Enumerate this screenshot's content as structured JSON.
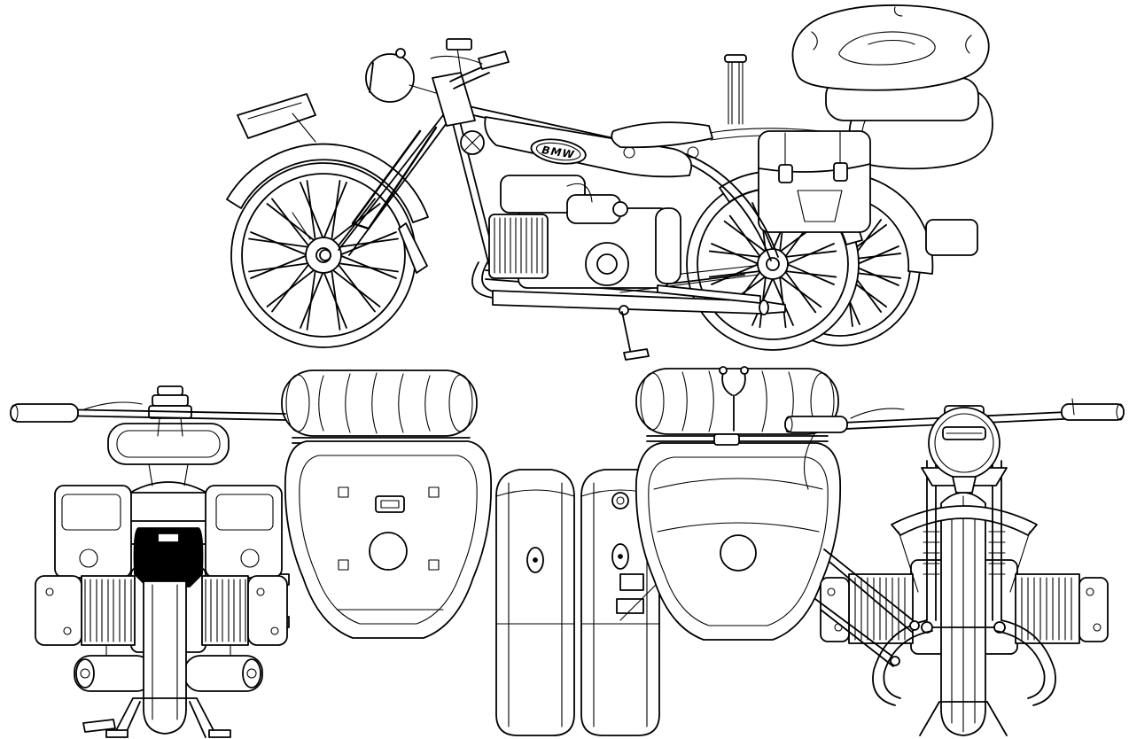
{
  "page": {
    "background_color": "#ffffff",
    "line_color": "#000000"
  },
  "drawing": {
    "tank_badge_text": "BMW",
    "views": [
      {
        "name": "side-view"
      },
      {
        "name": "rear-view-with-sidecar"
      },
      {
        "name": "front-view-with-sidecar"
      }
    ]
  }
}
